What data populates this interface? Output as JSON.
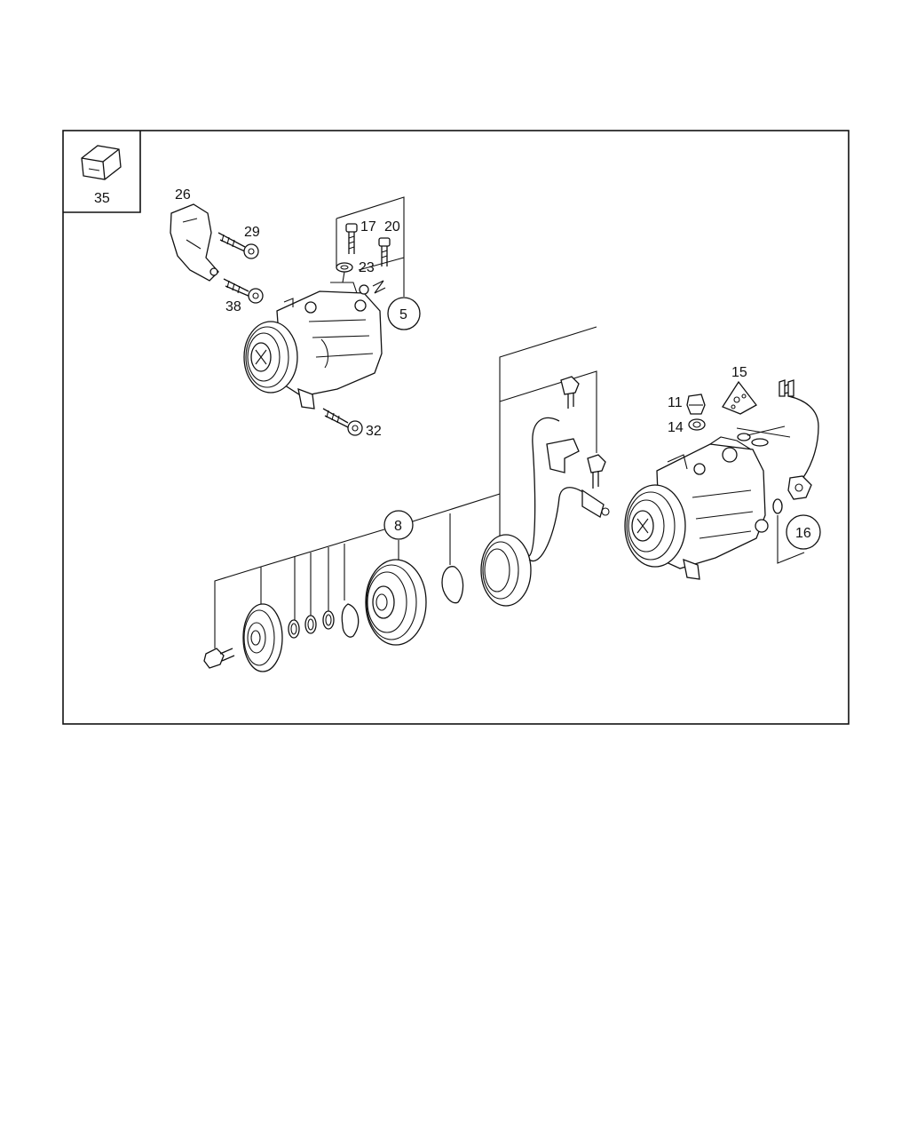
{
  "diagram": {
    "inset_label": "35",
    "callouts": {
      "p26": "26",
      "p29": "29",
      "p38": "38",
      "p17": "17",
      "p20": "20",
      "p23": "23",
      "p5": "5",
      "p32": "32",
      "p15": "15",
      "p11": "11",
      "p14": "14",
      "p8": "8",
      "p16": "16"
    }
  }
}
